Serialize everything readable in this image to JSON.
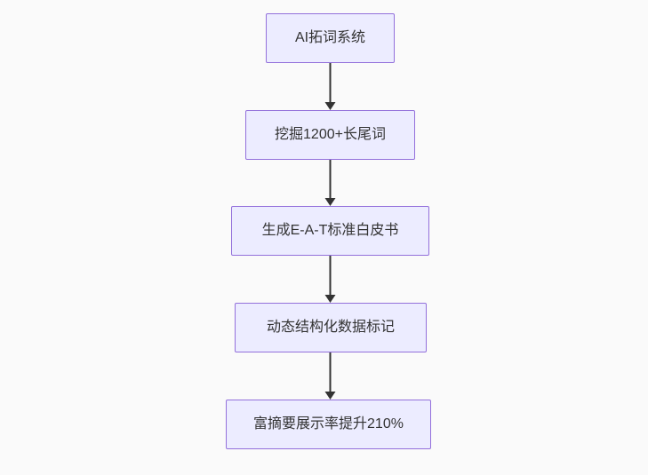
{
  "diagram": {
    "type": "flowchart-top-down",
    "nodes": [
      {
        "id": "n1",
        "label": "AI拓词系统"
      },
      {
        "id": "n2",
        "label": "挖掘1200+长尾词"
      },
      {
        "id": "n3",
        "label": "生成E-A-T标准白皮书"
      },
      {
        "id": "n4",
        "label": "动态结构化数据标记"
      },
      {
        "id": "n5",
        "label": "富摘要展示率提升210%"
      }
    ],
    "edges": [
      {
        "from": "n1",
        "to": "n2",
        "style": "arrow-down"
      },
      {
        "from": "n2",
        "to": "n3",
        "style": "arrow-down"
      },
      {
        "from": "n3",
        "to": "n4",
        "style": "arrow-down"
      },
      {
        "from": "n4",
        "to": "n5",
        "style": "arrow-down"
      }
    ],
    "colors": {
      "background": "#fafafa",
      "node_fill": "#ECECFF",
      "node_border": "#9370DB",
      "text": "#333333",
      "arrow": "#333333"
    }
  }
}
